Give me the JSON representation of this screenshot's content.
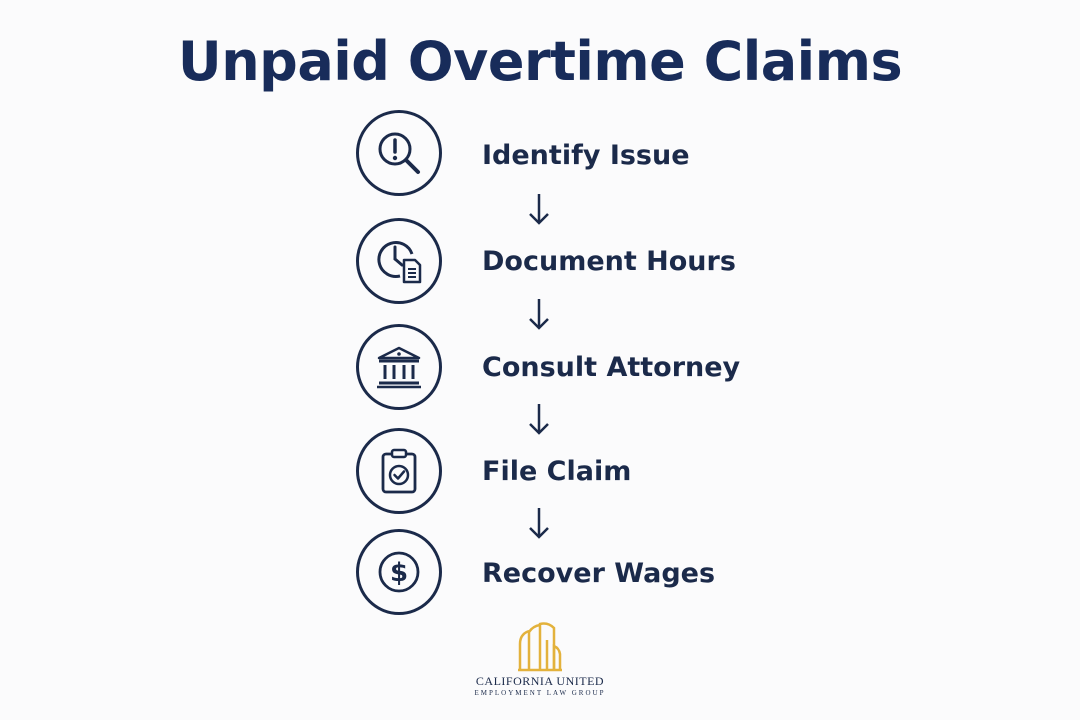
{
  "title": "Unpaid Overtime Claims",
  "steps": [
    {
      "label": "Identify Issue",
      "icon": "magnifier-exclamation-icon"
    },
    {
      "label": "Document Hours",
      "icon": "clock-document-icon"
    },
    {
      "label": "Consult Attorney",
      "icon": "courthouse-icon"
    },
    {
      "label": "File Claim",
      "icon": "clipboard-check-icon"
    },
    {
      "label": "Recover Wages",
      "icon": "dollar-coin-icon"
    }
  ],
  "logo": {
    "name": "CALIFORNIA UNITED",
    "subtitle": "EMPLOYMENT LAW GROUP"
  },
  "colors": {
    "navy": "#1b2a4a",
    "title": "#182c5a",
    "gold": "#e3b23c",
    "background": "#fbfbfc"
  }
}
